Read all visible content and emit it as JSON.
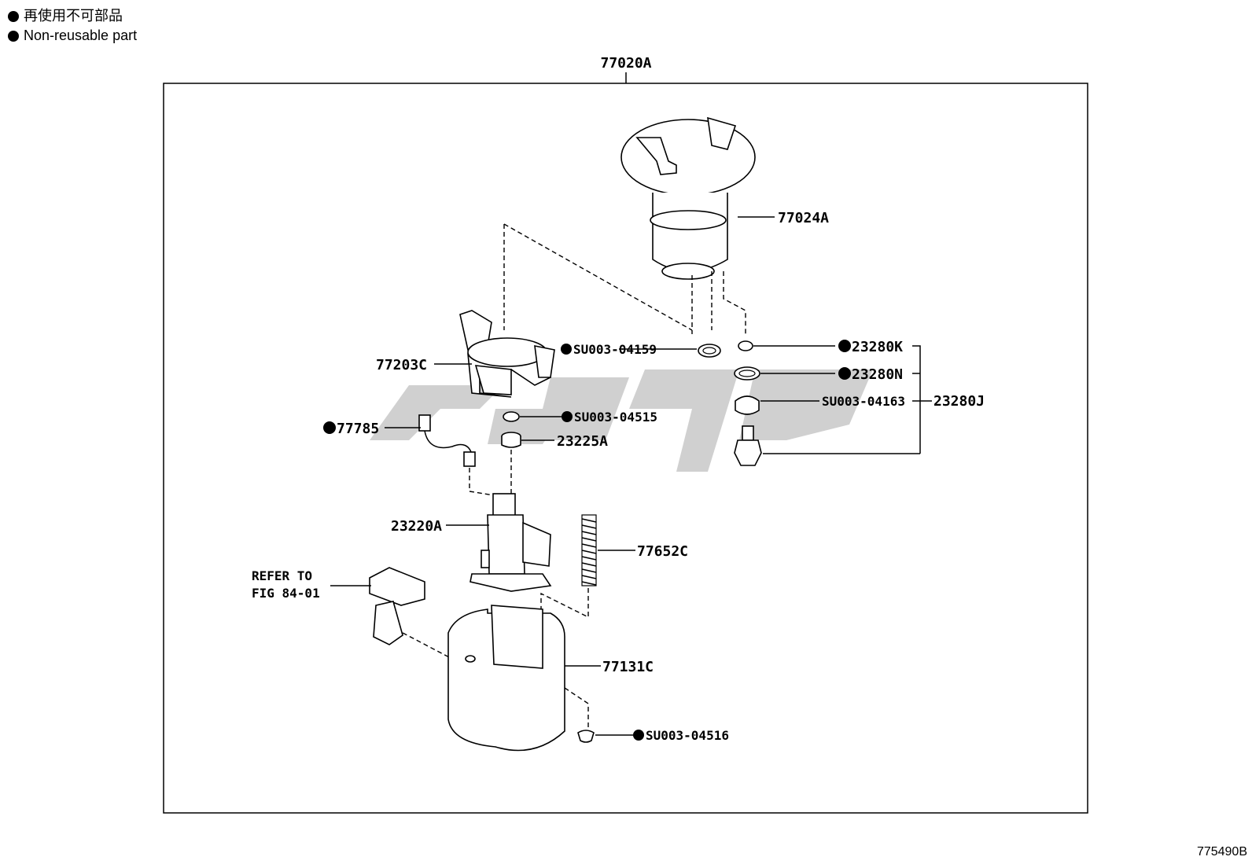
{
  "legend": {
    "line_ja": "再使用不可部品",
    "line_en": "Non-reusable part"
  },
  "figure_id": "775490B",
  "assembly_label": "77020A",
  "labels": {
    "p77024A": "77024A",
    "p77203C": "77203C",
    "su04159": "SU003-04159",
    "p23280K": "23280K",
    "p23280N": "23280N",
    "su04163": "SU003-04163",
    "p23280J": "23280J",
    "su04515": "SU003-04515",
    "p77785": "77785",
    "p23225A": "23225A",
    "p23220A": "23220A",
    "p77652C": "77652C",
    "refer_line1": "REFER TO",
    "refer_line2": "FIG 84-01",
    "p77131C": "77131C",
    "su04516": "SU003-04516"
  },
  "non_reusable_marked": [
    "SU003-04159",
    "23280K",
    "23280N",
    "SU003-04515",
    "77785",
    "SU003-04516"
  ],
  "colors": {
    "line": "#000000",
    "watermark": "#c8c8c8",
    "background": "#ffffff"
  }
}
